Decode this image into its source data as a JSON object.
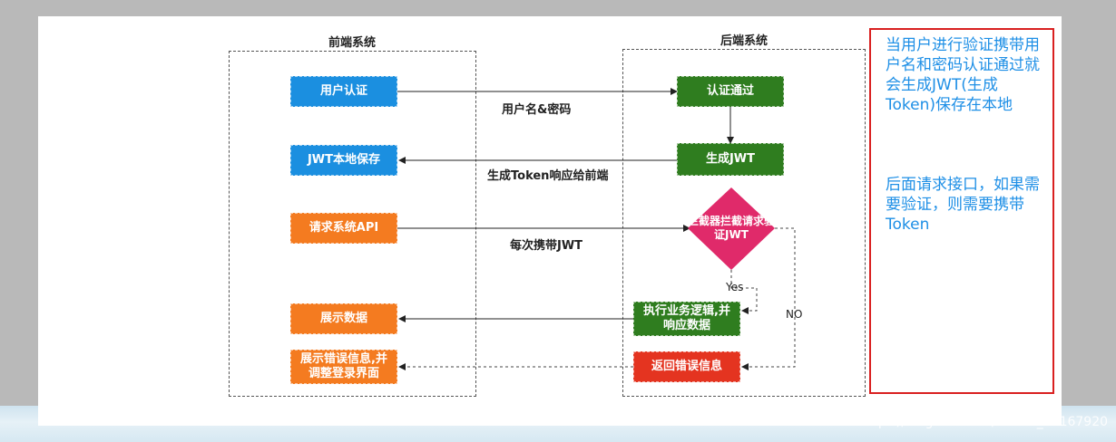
{
  "frontend": {
    "title": "前端系统",
    "boxes": {
      "auth": "用户认证",
      "save_jwt": "JWT本地保存",
      "request_api": "请求系统API",
      "show_data": "展示数据",
      "show_error": "展示错误信息,并调整登录界面"
    }
  },
  "backend": {
    "title": "后端系统",
    "boxes": {
      "auth_pass": "认证通过",
      "gen_jwt": "生成JWT",
      "interceptor": "拦截器拦截请求验证JWT",
      "exec_logic": "执行业务逻辑,并响应数据",
      "return_error": "返回错误信息"
    }
  },
  "arrows": {
    "username_password": "用户名&密码",
    "gen_token_response": "生成Token响应给前端",
    "each_carry_jwt": "每次携带JWT",
    "yes": "Yes",
    "no": "NO"
  },
  "note": {
    "paragraph1": "当用户进行验证携带用户名和密码认证通过就会生成JWT(生成Token)保存在本地",
    "paragraph2": "后面请求接口，如果需要验证，则需要携带Token"
  },
  "watermark": "https://blog.csdn.net/weixin_44167920",
  "colors": {
    "frontend_blue": "#1b8fe0",
    "frontend_orange": "#f47b20",
    "backend_green": "#2f7d1f",
    "backend_red": "#e43420",
    "diamond": "#e02a6a",
    "note_text": "#1e8fe6",
    "note_border": "#d92020"
  }
}
